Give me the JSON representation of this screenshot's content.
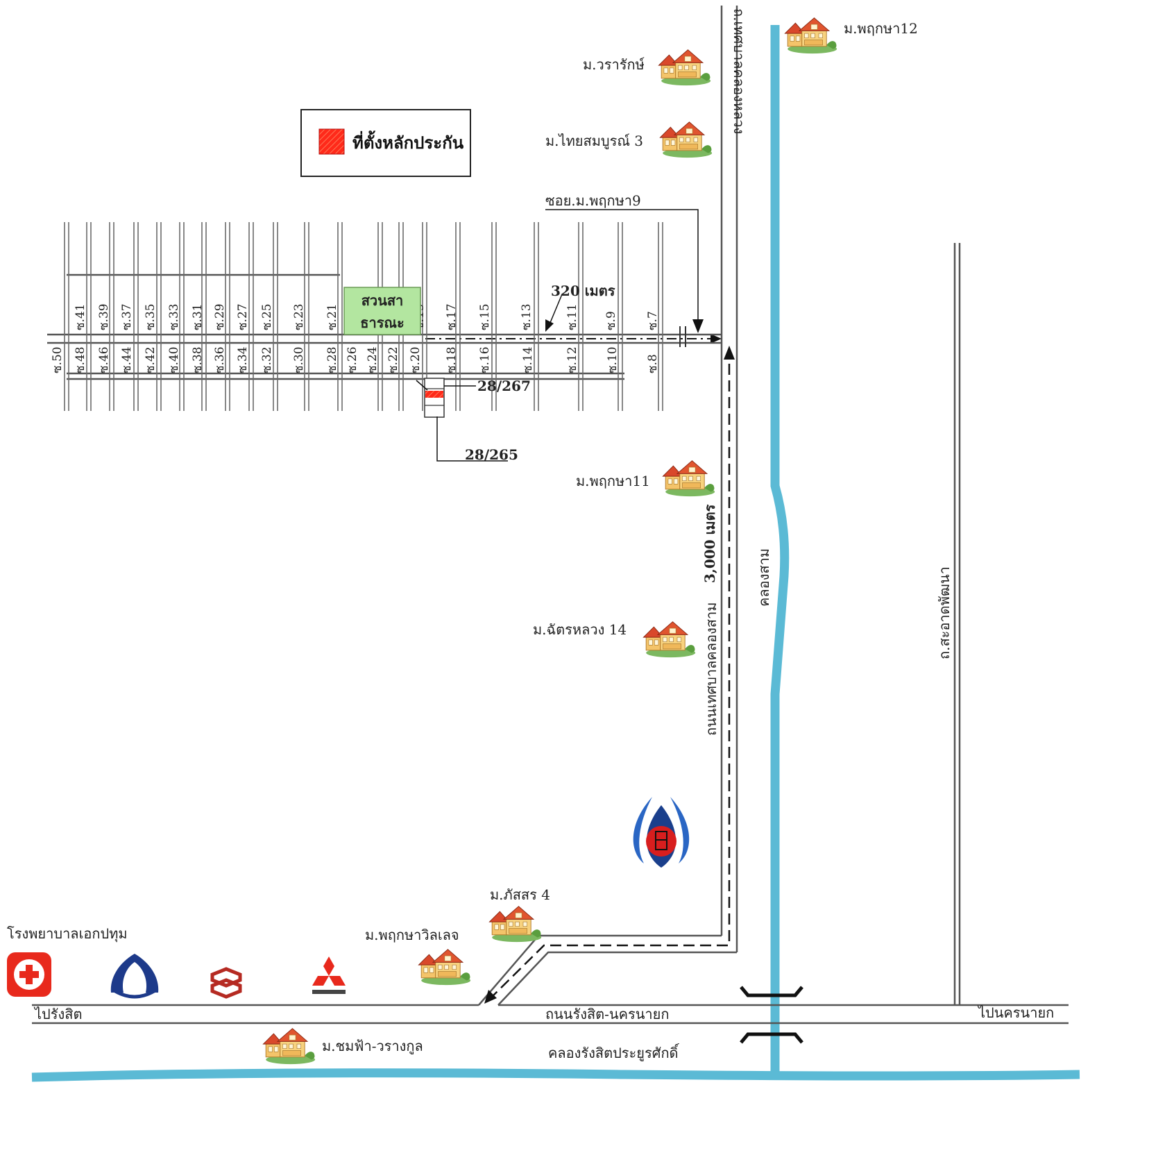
{
  "legend": {
    "label": "ที่ตั้งหลักประกัน",
    "swatch_color": "#ff2a1a"
  },
  "colors": {
    "canal": "#5bbad5",
    "park": "#b3e6a0",
    "road": "#555555",
    "house_roof": "#d9482b",
    "house_wall": "#f4c46a",
    "hospital": "#e8291c",
    "bank": "#1d3a8a"
  },
  "villages": {
    "m_pruksa12": "ม.พฤกษา12",
    "m_wararak": "ม.วรารักษ์",
    "m_thaisomboon3": "ม.ไทยสมบูรณ์ 3",
    "m_pruksa11": "ม.พฤกษา11",
    "m_chatluang14": "ม.ฉัตรหลวง 14",
    "m_phatsorn4": "ม.ภัสสร 4",
    "m_pruksa_village": "ม.พฤกษาวิลเลจ",
    "m_chomfa": "ม.ชมฟ้า-วรางกูล"
  },
  "roads": {
    "soi_pruksa9": "ซอย.ม.พฤกษา9",
    "distance_320": "320 เมตร",
    "distance_3000": "3,000 เมตร",
    "road_khlong_luang_top": "ถ.เทศบาลคลองหลวง",
    "road_khlong_sam": "ถนนเทศบาลคลองสาม",
    "road_sakao_phatthana": "ถ.สะอาดพัฒนา",
    "road_rangsit_nakhonnayok": "ถนนรังสิต-นครนายก",
    "to_rangsit": "ไปรังสิต",
    "to_nakhonnayok": "ไปนครนายก"
  },
  "canals": {
    "khlong_sam": "คลองสาม",
    "khlong_rangsit": "คลองรังสิตประยูรศักดิ์"
  },
  "park": {
    "line1": "สวนสา",
    "line2": "ธารณะ"
  },
  "plots": {
    "plot_a": "28/267",
    "plot_b": "28/265"
  },
  "landmarks": {
    "hospital": "โรงพยาบาลเอกปทุม"
  },
  "soi_upper": [
    "ซ.41",
    "ซ.39",
    "ซ.37",
    "ซ.35",
    "ซ.33",
    "ซ.31",
    "ซ.29",
    "ซ.27",
    "ซ.25",
    "ซ.23",
    "ซ.21",
    "ซ.19",
    "ซ.17",
    "ซ.15",
    "ซ.13",
    "ซ.11",
    "ซ.9",
    "ซ.7"
  ],
  "soi_lower": [
    "ซ.50",
    "ซ.48",
    "ซ.46",
    "ซ.44",
    "ซ.42",
    "ซ.40",
    "ซ.38",
    "ซ.36",
    "ซ.34",
    "ซ.32",
    "ซ.30",
    "ซ.28",
    "ซ.26",
    "ซ.24",
    "ซ.22",
    "ซ.20",
    "ซ.18",
    "ซ.16",
    "ซ.14",
    "ซ.12",
    "ซ.10",
    "ซ.8"
  ]
}
